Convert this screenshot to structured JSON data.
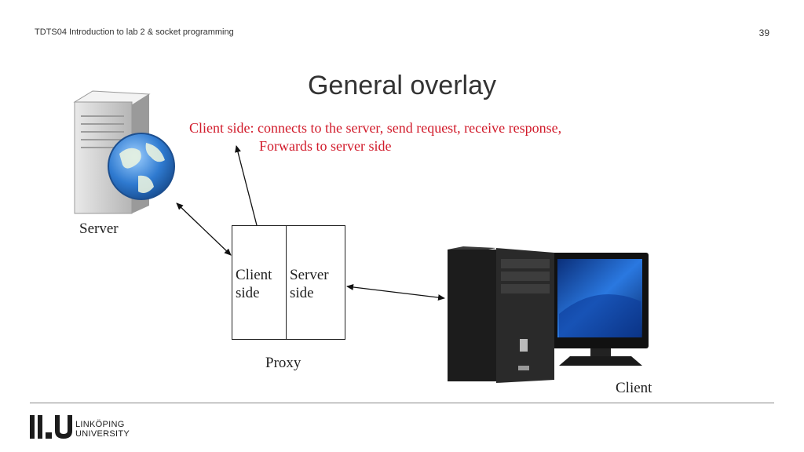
{
  "header": {
    "course": "TDTS04 Introduction to lab 2 & socket programming",
    "page_number": "39"
  },
  "slide": {
    "title": "General overlay"
  },
  "annotation": {
    "line1": "Client side: connects to the server, send request, receive response,",
    "line2": "Forwards to server side"
  },
  "diagram": {
    "server_label": "Server",
    "client_label": "Client",
    "proxy_label": "Proxy",
    "client_side": [
      "Client",
      "side"
    ],
    "server_side": [
      "Server",
      "side"
    ],
    "colors": {
      "annotation": "#d11a2a",
      "globe": "#2f7ad0",
      "monitor_screen": "#1a5fc4"
    }
  },
  "footer": {
    "logo_line1": "LINKÖPING",
    "logo_line2": "UNIVERSITY"
  }
}
